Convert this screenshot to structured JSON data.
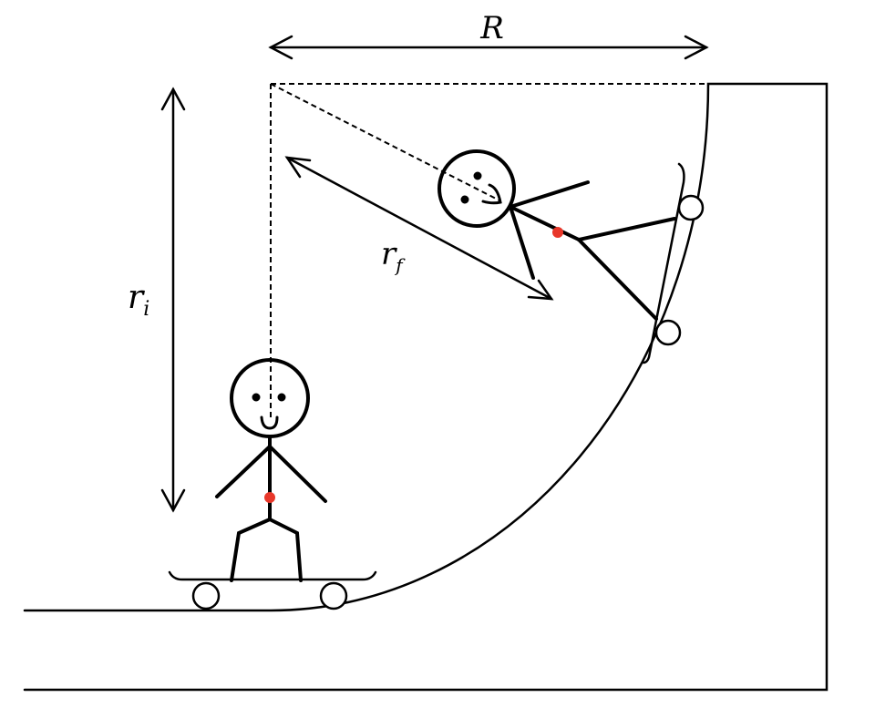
{
  "labels": {
    "R": "R",
    "r_i_base": "r",
    "r_i_sub": "i",
    "r_f_base": "r",
    "r_f_sub": "f"
  },
  "colors": {
    "line": "#000000",
    "center_of_mass": "#e8372a"
  }
}
